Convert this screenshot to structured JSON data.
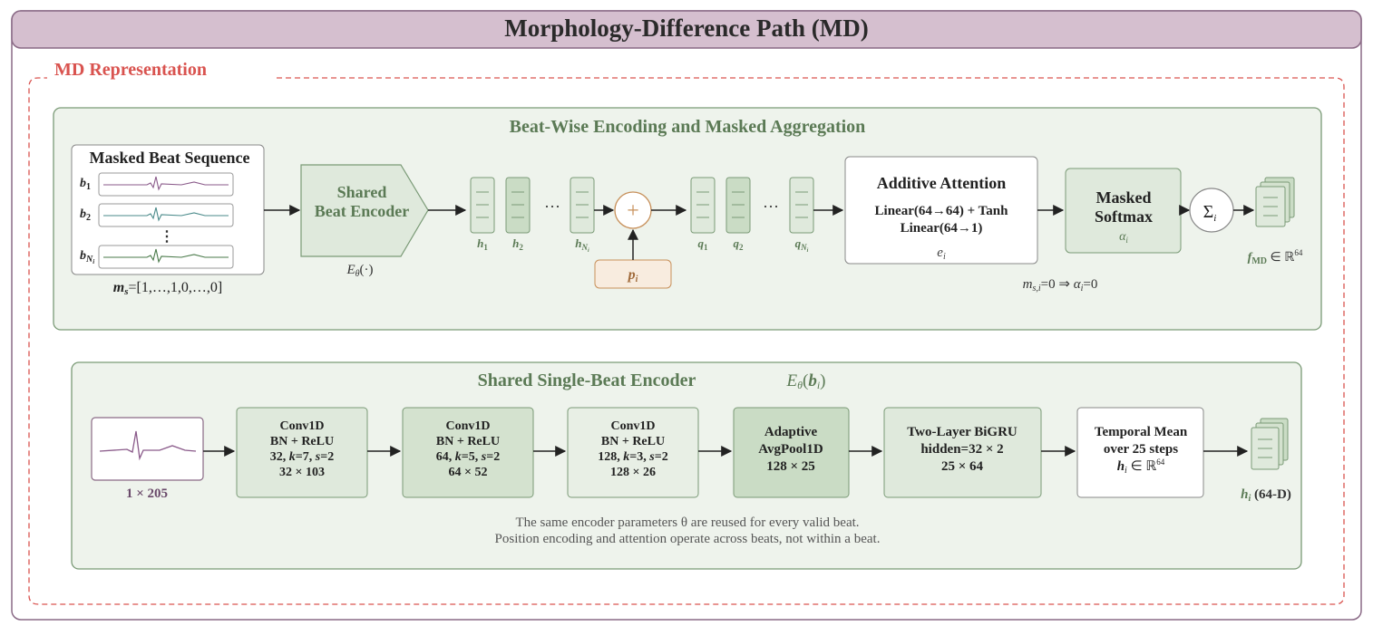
{
  "header": {
    "title": "Morphology-Difference Path (MD)"
  },
  "md_representation": {
    "label": "MD Representation",
    "beatwise": {
      "title": "Beat-Wise Encoding and Masked Aggregation",
      "masked_seq": {
        "title": "Masked Beat Sequence",
        "beats": [
          {
            "sym": "b",
            "sub": "1"
          },
          {
            "sym": "b",
            "sub": "2"
          },
          {
            "sym": "b",
            "sub": "N",
            "subsub": "i"
          }
        ],
        "vdots": "⋮",
        "mask_sym": "m",
        "mask_sub": "s",
        "mask_value": "=[1,…,1,0,…,0]"
      },
      "shared_encoder": {
        "line1": "Shared",
        "line2": "Beat Encoder",
        "caption_sym": "E",
        "caption_sub": "θ",
        "caption_rest": "(·)"
      },
      "h_labels": [
        {
          "sym": "h",
          "sub": "1"
        },
        {
          "sym": "h",
          "sub": "2"
        },
        {
          "sym": "h",
          "sub": "N",
          "subsub": "i"
        }
      ],
      "ellipsis": "···",
      "plus": "+",
      "pos_enc": {
        "sym": "p",
        "sub": "i"
      },
      "q_labels": [
        {
          "sym": "q",
          "sub": "1"
        },
        {
          "sym": "q",
          "sub": "2"
        },
        {
          "sym": "q",
          "sub": "N",
          "subsub": "i"
        }
      ],
      "attention": {
        "title": "Additive Attention",
        "line1": "Linear(64→64) + Tanh",
        "line2": "Linear(64→1)",
        "out_sym": "e",
        "out_sub": "i"
      },
      "softmax": {
        "line1": "Masked",
        "line2": "Softmax",
        "out_sym": "α",
        "out_sub": "i"
      },
      "mask_rule": {
        "m": "m",
        "m_sub": "s,i",
        "rest": "=0 ⇒ ",
        "a": "α",
        "a_sub": "i",
        "end": "=0"
      },
      "sum": {
        "sym": "Σ",
        "sub": "i"
      },
      "output": {
        "sym": "f",
        "sub": "MD",
        "rest": " ∈ ℝ",
        "sup": "64"
      }
    },
    "single_beat": {
      "title": "Shared Single-Beat Encoder",
      "eq": {
        "E": "E",
        "sub": "θ",
        "open": "(",
        "b": "b",
        "b_sub": "i",
        "close": ")"
      },
      "input_label": "1 × 205",
      "blocks": [
        {
          "name": "conv1",
          "line1": "Conv1D",
          "line2": "BN + ReLU",
          "p1": "32, ",
          "k": "k",
          "k_val": "=7, ",
          "s": "s",
          "s_val": "=2",
          "line4": "32 × 103"
        },
        {
          "name": "conv2",
          "line1": "Conv1D",
          "line2": "BN + ReLU",
          "p1": "64, ",
          "k": "k",
          "k_val": "=5, ",
          "s": "s",
          "s_val": "=2",
          "line4": "64 × 52"
        },
        {
          "name": "conv3",
          "line1": "Conv1D",
          "line2": "BN + ReLU",
          "p1": "128, ",
          "k": "k",
          "k_val": "=3, ",
          "s": "s",
          "s_val": "=2",
          "line4": "128 × 26"
        }
      ],
      "pool": {
        "line1": "Adaptive",
        "line2": "AvgPool1D",
        "line3": "128 × 25"
      },
      "bigru": {
        "line1": "Two-Layer BiGRU",
        "line2": "hidden=32 × 2",
        "line3": "25 × 64"
      },
      "temporal": {
        "line1": "Temporal Mean",
        "line2": "over 25 steps",
        "h": "h",
        "h_sub": "i",
        "rest": " ∈ ℝ",
        "sup": "64"
      },
      "output": {
        "h": "h",
        "h_sub": "i",
        "rest": " (64-D)"
      },
      "note1": "The same encoder parameters θ are reused for every valid beat.",
      "note2": "Position encoding and attention operate across beats, not within a beat."
    }
  },
  "colors": {
    "header_fill": "#d5bfcf",
    "header_stroke": "#8a6a86",
    "dashed_red": "#d9534f",
    "panel_fill": "#eef3ec",
    "panel_stroke": "#7a9a76",
    "block_fill": "#dfe9dc",
    "block_dark": "#cadcc5",
    "pos_fill": "#f8ecdf",
    "pos_stroke": "#c7905a",
    "plus_stroke": "#c7905a",
    "green_text": "#5b7a55",
    "purple_wave": "#8a5a8a",
    "teal_wave": "#4a8a8a",
    "green_wave": "#4a7a4a"
  }
}
